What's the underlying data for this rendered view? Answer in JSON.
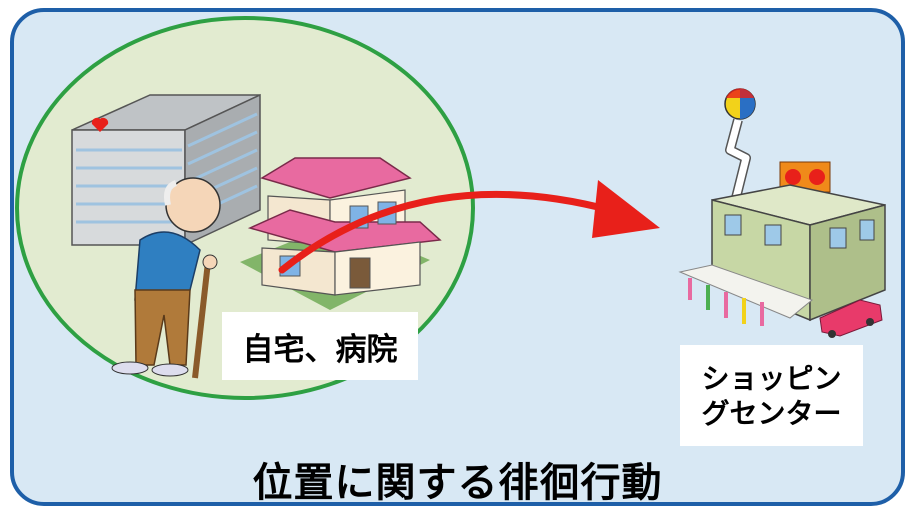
{
  "labels": {
    "home_hospital": "自宅、病院",
    "shopping_center_line1": "ショッピン",
    "shopping_center_line2": "グセンター"
  },
  "caption": "位置に関する徘徊行動",
  "colors": {
    "frame_border": "#1e5fa8",
    "frame_fill": "#d8e8f4",
    "circle_border": "#2ea043",
    "circle_fill": "#e2ebd0",
    "arrow": "#e8201a"
  }
}
